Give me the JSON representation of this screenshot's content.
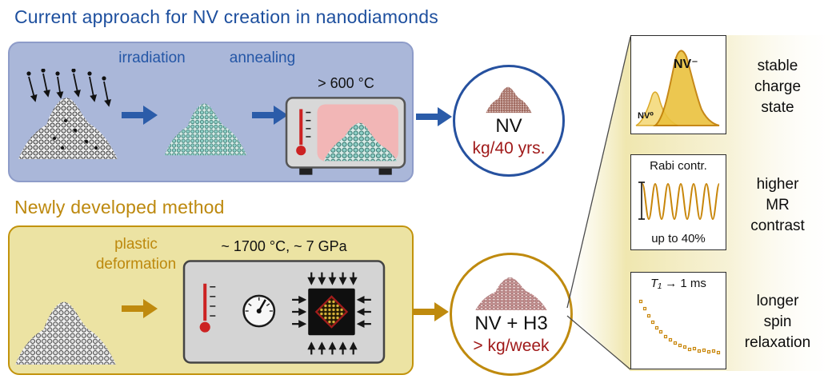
{
  "colors": {
    "blue_title": "#1d4f9e",
    "blue_label": "#2456a6",
    "light_blue_bg": "#aab7d9",
    "orange": "#bf8a0e",
    "light_yellow_bg": "#ece3a3",
    "dark_red": "#a01a1a",
    "plot_orange": "#c8860a"
  },
  "top": {
    "title": "Current approach for NV creation in nanodiamonds",
    "step1": "irradiation",
    "step2": "annealing",
    "temp": "> 600 °C",
    "result_name": "NV",
    "result_rate": "kg/40 yrs."
  },
  "bottom": {
    "title": "Newly developed method",
    "step1": "plastic\ndeformation",
    "conditions": "~ 1700 °C, ~ 7 GPa",
    "result_name": "NV + H3",
    "result_rate": "> kg/week"
  },
  "panels": {
    "charge": {
      "nv0": "NV⁰",
      "nvminus": "NV⁻",
      "caption": "stable\ncharge\nstate"
    },
    "rabi": {
      "top": "Rabi contr.",
      "bottom": "up to 40%",
      "caption": "higher\nMR\ncontrast"
    },
    "t1": {
      "label_t": "T₁",
      "label_rest": " → 1 ms",
      "caption": "longer\nspin\nrelaxation"
    }
  }
}
